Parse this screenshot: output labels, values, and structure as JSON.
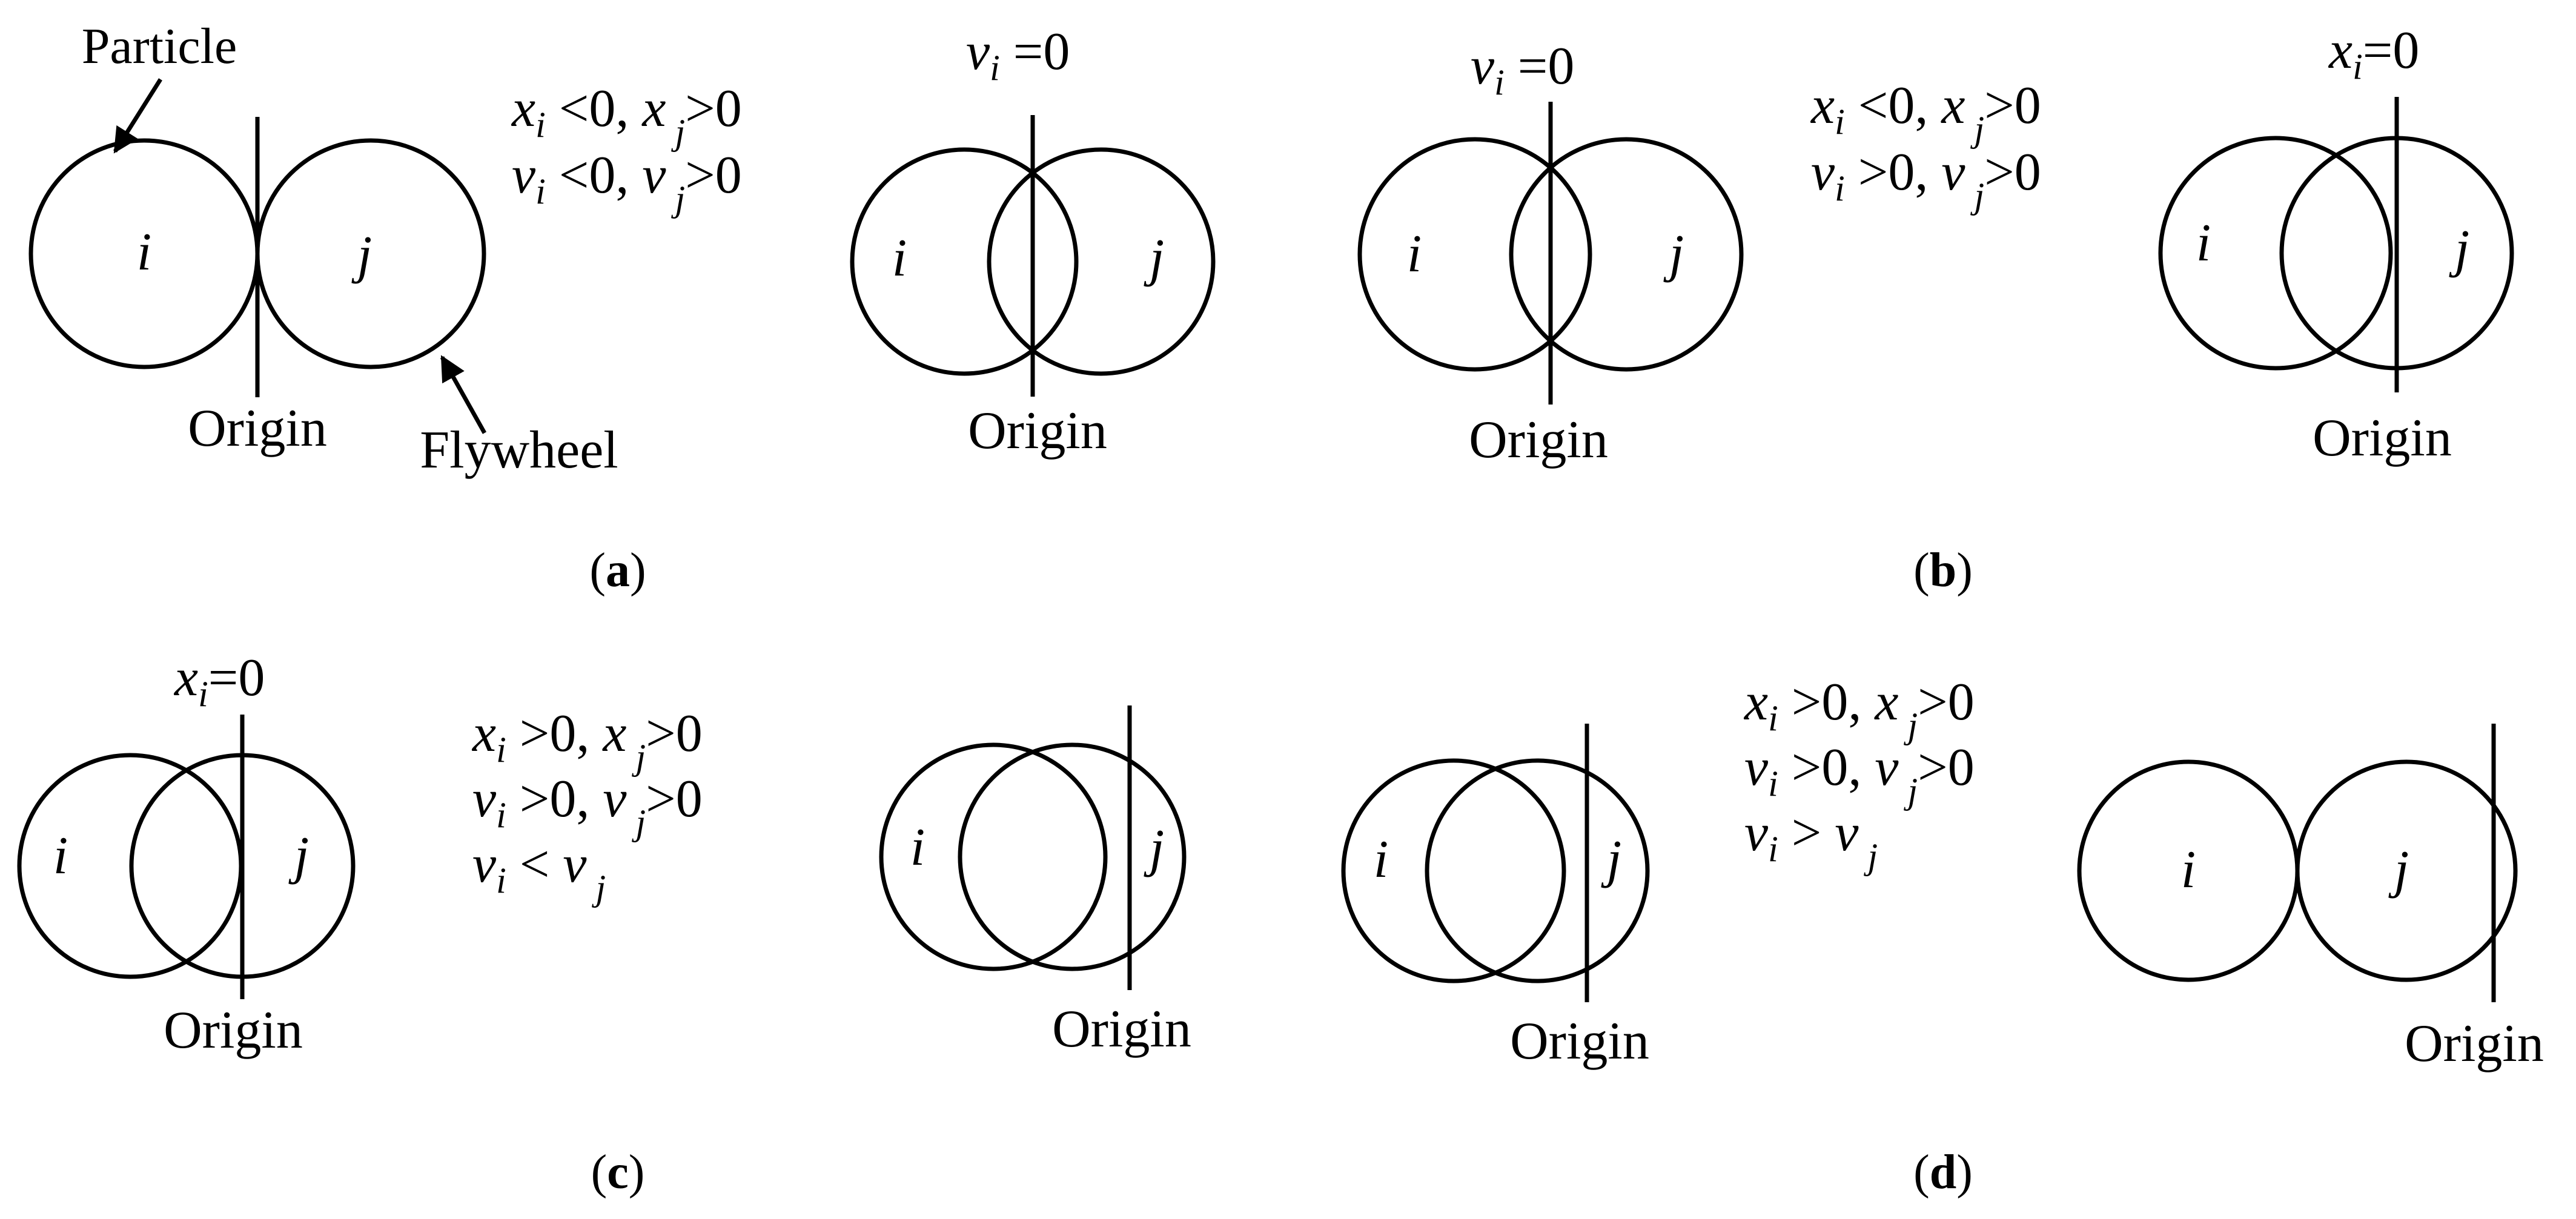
{
  "labels": {
    "particle": "Particle",
    "flywheel": "Flywheel",
    "origin": "Origin",
    "circle_i": "i",
    "circle_j": "j"
  },
  "panels": {
    "a": {
      "caption": "a",
      "conditions": [
        "x_i <0, x_j >0",
        "v_i <0, v_j >0"
      ],
      "top_note_1": "v_i =0",
      "top_note_2": "v_i =0"
    },
    "b": {
      "caption": "b",
      "conditions": [
        "x_i <0, x_j >0",
        "v_i >0, v_j >0"
      ],
      "top_note": "x_i=0"
    },
    "c": {
      "caption": "c",
      "conditions": [
        "x_i >0, x_j >0",
        "v_i >0, v_j >0",
        "v_i < v_j"
      ],
      "top_note": "x_i=0"
    },
    "d": {
      "caption": "d",
      "conditions": [
        "x_i >0, x_j >0",
        "v_i >0, v_j >0",
        "v_i > v_j"
      ]
    }
  },
  "colors": {
    "stroke": "#000000",
    "background": "#ffffff"
  }
}
